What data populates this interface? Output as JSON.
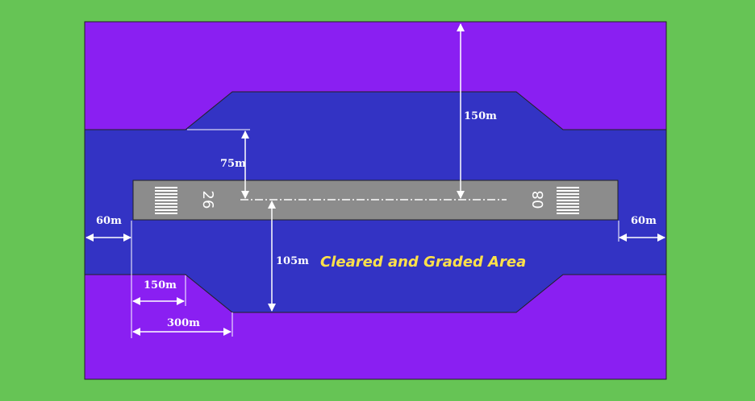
{
  "colors": {
    "background": "#66c455",
    "outer_strip": "#8a1ff2",
    "graded_area": "#3333c4",
    "runway": "#8c8c8c",
    "marking": "#ffffff",
    "label": "#ffe14a"
  },
  "area_label": "Cleared and Graded Area",
  "runway": {
    "designator_left": "26",
    "designator_right": "08"
  },
  "dimensions": {
    "width_150": "150m",
    "width_75": "75m",
    "width_105": "105m",
    "end_left_60": "60m",
    "end_right_60": "60m",
    "taper_150": "150m",
    "taper_300": "300m"
  }
}
